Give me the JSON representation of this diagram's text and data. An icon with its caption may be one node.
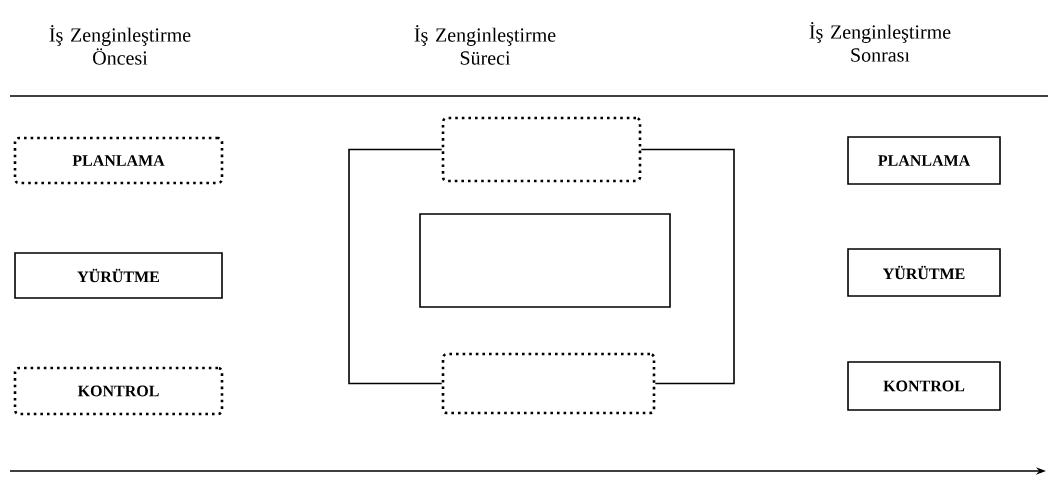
{
  "diagram": {
    "nodes": [
      {
        "text": [
          "PLANLAMA"
        ]
      },
      {
        "text": [
          "YÜRÜTME"
        ]
      },
      {
        "text": [
          "KONTROL"
        ]
      },
      {
        "text": [],
        "shape": "box"
      },
      {
        "text": [],
        "shape": "box"
      },
      {
        "text": [],
        "shape": "box"
      },
      {
        "text": [
          "PLANLAMA"
        ]
      },
      {
        "text": [
          "YÜRÜTME"
        ]
      },
      {
        "text": [
          "KONTROL"
        ]
      }
    ],
    "edges": [
      {
        "from": 3,
        "to": 5,
        "arrow": "none"
      },
      {
        "from": 3,
        "to": 5,
        "arrow": "none"
      }
    ],
    "labels": [
      "İş Zenginleştirme Öncesi",
      "İş Zenginleştirme Süreci",
      "İş Zenginleştirme Sonrası"
    ]
  }
}
